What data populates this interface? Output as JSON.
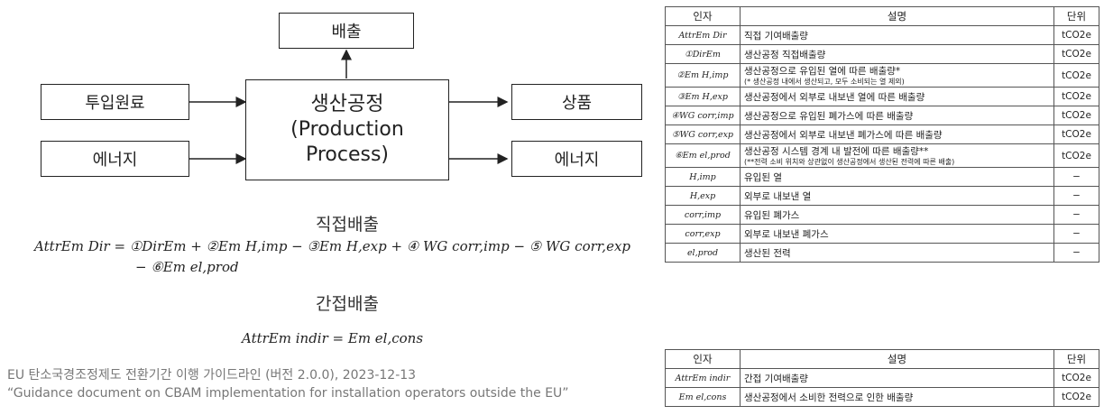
{
  "diagram": {
    "output_top": "배출",
    "input_material": "투입원료",
    "input_energy": "에너지",
    "process_line1": "생산공정",
    "process_line2": "(Production",
    "process_line3": "Process)",
    "output_product": "상품",
    "output_energy": "에너지"
  },
  "formulas": {
    "direct_heading": "직접배출",
    "direct_line1": "AttrEm Dir = ①DirEm + ②Em H,imp − ③Em H,exp + ④ WG corr,imp − ⑤ WG corr,exp",
    "direct_line2": "− ⑥Em el,prod",
    "indirect_heading": "간접배출",
    "indirect_line": "AttrEm indir = Em el,cons"
  },
  "source": {
    "line1": "EU 탄소국경조정제도 전환기간 이행 가이드라인 (버전 2.0.0), 2023-12-13",
    "line2": "“Guidance document on CBAM implementation for installation operators outside the EU”"
  },
  "table_direct": {
    "headers": [
      "인자",
      "설명",
      "단위"
    ],
    "rows": [
      {
        "factor": "AttrEm Dir",
        "desc": "직접 기여배출량",
        "note": "",
        "unit": "tCO2e"
      },
      {
        "factor": "①DirEm",
        "desc": "생산공정 직접배출량",
        "note": "",
        "unit": "tCO2e"
      },
      {
        "factor": "②Em H,imp",
        "desc": "생산공정으로 유입된 열에 따른 배출량*",
        "note": "(* 생산공정 내에서 생산되고, 모두 소비되는 열 제외)",
        "unit": "tCO2e"
      },
      {
        "factor": "③Em H,exp",
        "desc": "생산공정에서 외부로 내보낸 열에 따른 배출량",
        "note": "",
        "unit": "tCO2e"
      },
      {
        "factor": "④WG corr,imp",
        "desc": "생산공정으로 유입된 폐가스에 따른 배출량",
        "note": "",
        "unit": "tCO2e"
      },
      {
        "factor": "⑤WG corr,exp",
        "desc": "생산공정에서 외부로 내보낸 폐가스에 따른 배출량",
        "note": "",
        "unit": "tCO2e"
      },
      {
        "factor": "⑥Em el,prod",
        "desc": "생산공정 시스템 경계 내 발전에 따른 배출량**",
        "note": "(**전력 소비 위치와 상관없이 생산공정에서 생산된 전력에 따른 배출)",
        "unit": "tCO2e"
      },
      {
        "factor": "H,imp",
        "desc": "유입된 열",
        "note": "",
        "unit": "−"
      },
      {
        "factor": "H,exp",
        "desc": "외부로 내보낸 열",
        "note": "",
        "unit": "−"
      },
      {
        "factor": "corr,imp",
        "desc": "유입된 폐가스",
        "note": "",
        "unit": "−"
      },
      {
        "factor": "corr,exp",
        "desc": "외부로 내보낸 폐가스",
        "note": "",
        "unit": "−"
      },
      {
        "factor": "el,prod",
        "desc": "생산된 전력",
        "note": "",
        "unit": "−"
      }
    ]
  },
  "table_indirect": {
    "headers": [
      "인자",
      "설명",
      "단위"
    ],
    "rows": [
      {
        "factor": "AttrEm indir",
        "desc": "간접 기여배출량",
        "unit": "tCO2e"
      },
      {
        "factor": "Em el,cons",
        "desc": "생산공정에서 소비한 전력으로 인한 배출량",
        "unit": "tCO2e"
      }
    ]
  }
}
